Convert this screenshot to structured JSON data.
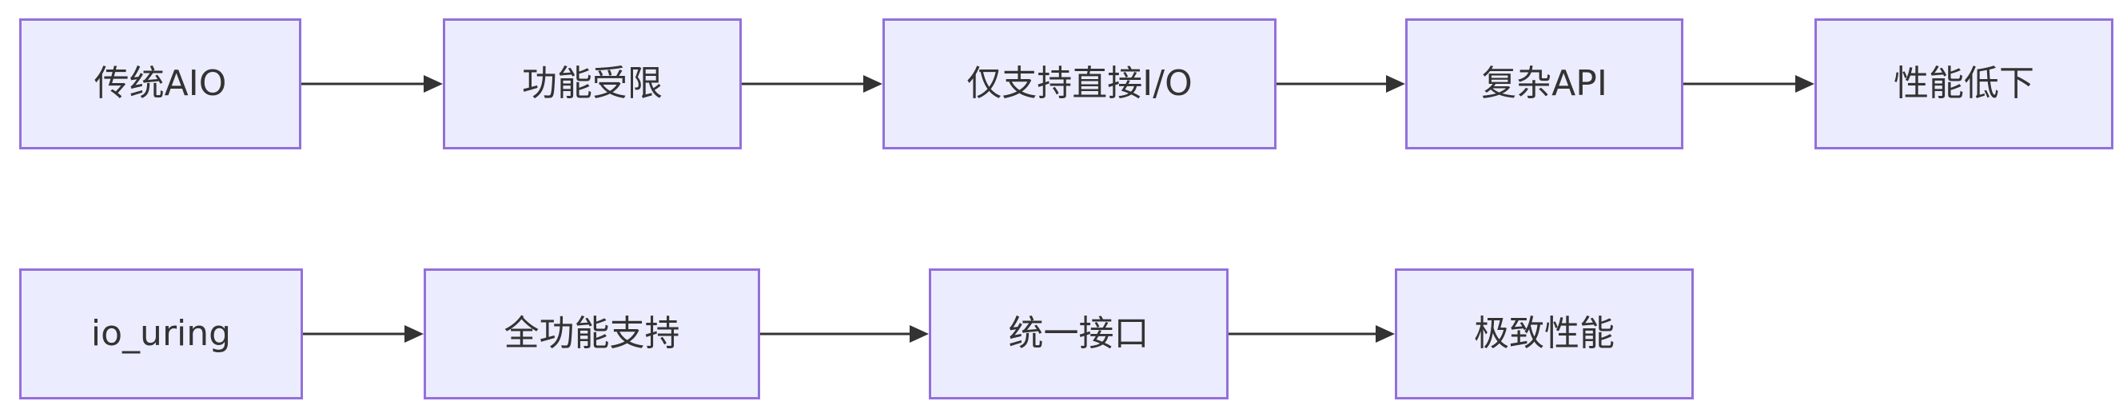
{
  "diagram": {
    "rows": [
      {
        "nodes": [
          {
            "id": "A",
            "label": "传统AIO"
          },
          {
            "id": "B",
            "label": "功能受限"
          },
          {
            "id": "C",
            "label": "仅支持直接I/O"
          },
          {
            "id": "D",
            "label": "复杂API"
          },
          {
            "id": "E",
            "label": "性能低下"
          }
        ]
      },
      {
        "nodes": [
          {
            "id": "F",
            "label": "io_uring"
          },
          {
            "id": "G",
            "label": "全功能支持"
          },
          {
            "id": "H",
            "label": "统一接口"
          },
          {
            "id": "I",
            "label": "极致性能"
          }
        ]
      }
    ],
    "edges": [
      {
        "from": "A",
        "to": "B"
      },
      {
        "from": "B",
        "to": "C"
      },
      {
        "from": "C",
        "to": "D"
      },
      {
        "from": "D",
        "to": "E"
      },
      {
        "from": "F",
        "to": "G"
      },
      {
        "from": "G",
        "to": "H"
      },
      {
        "from": "H",
        "to": "I"
      }
    ],
    "colors": {
      "node_fill": "#ececff",
      "node_border": "#9370db",
      "text": "#333333",
      "edge": "#333333"
    }
  }
}
